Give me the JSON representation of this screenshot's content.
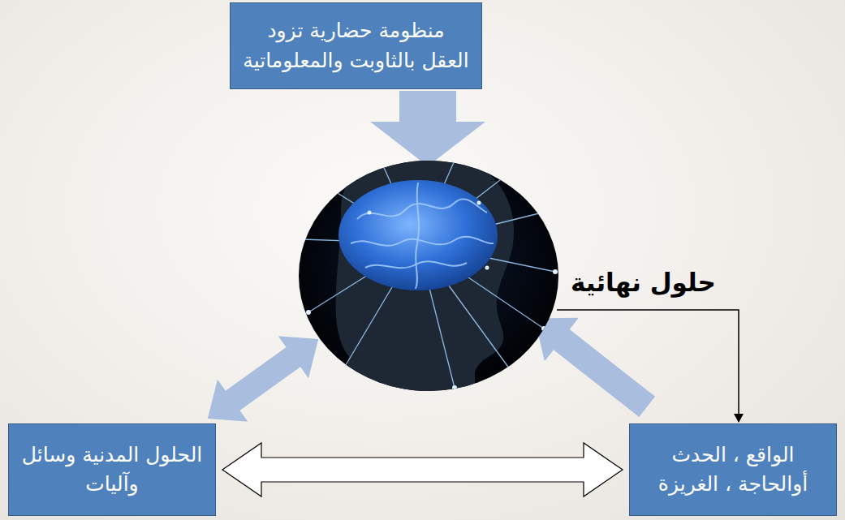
{
  "diagram": {
    "nodes": [
      {
        "text": [
          "منظومة حضارية تزود العقل بالثاوبت والمعلوماتية"
        ]
      },
      {
        "text": [
          "الحلول المدنية وسائل وآليات"
        ]
      },
      {
        "text": [
          "الواقع ، الحدث أوالحاجة ، الغريزة"
        ]
      }
    ],
    "edges": [
      {
        "from": 1,
        "to": 2,
        "arrow": "both"
      }
    ],
    "labels": [
      "حلول نهائية"
    ]
  }
}
